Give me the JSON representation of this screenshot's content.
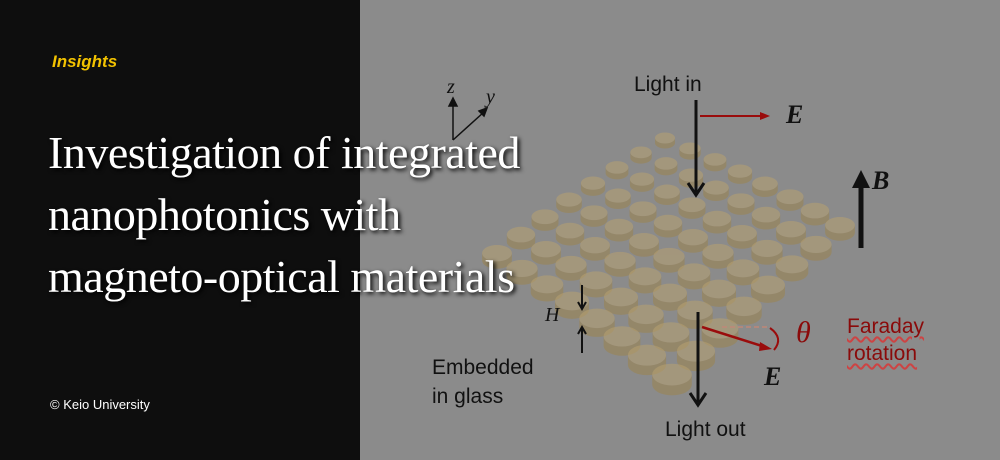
{
  "banner": {
    "category": "Insights",
    "title_lines": [
      "Investigation of integrated",
      "nanophotonics with",
      "magneto-optical materials"
    ],
    "credit": "© Keio University"
  },
  "figure": {
    "axis_z": "z",
    "axis_y": "y",
    "light_in": "Light in",
    "light_out": "Light out",
    "field_e_in": "E",
    "field_e_out": "E",
    "field_b": "B",
    "height_label": "H",
    "theta": "θ",
    "faraday_line1": "Faraday",
    "faraday_line2": "rotation",
    "embedded_line1": "Embedded",
    "embedded_line2": "in glass",
    "colors": {
      "disc": "#b8a171",
      "arrow_red": "#9a0c0c",
      "background_left": "#0e0e0e",
      "background_right": "#8b8b8b",
      "accent": "#f2c200"
    }
  }
}
